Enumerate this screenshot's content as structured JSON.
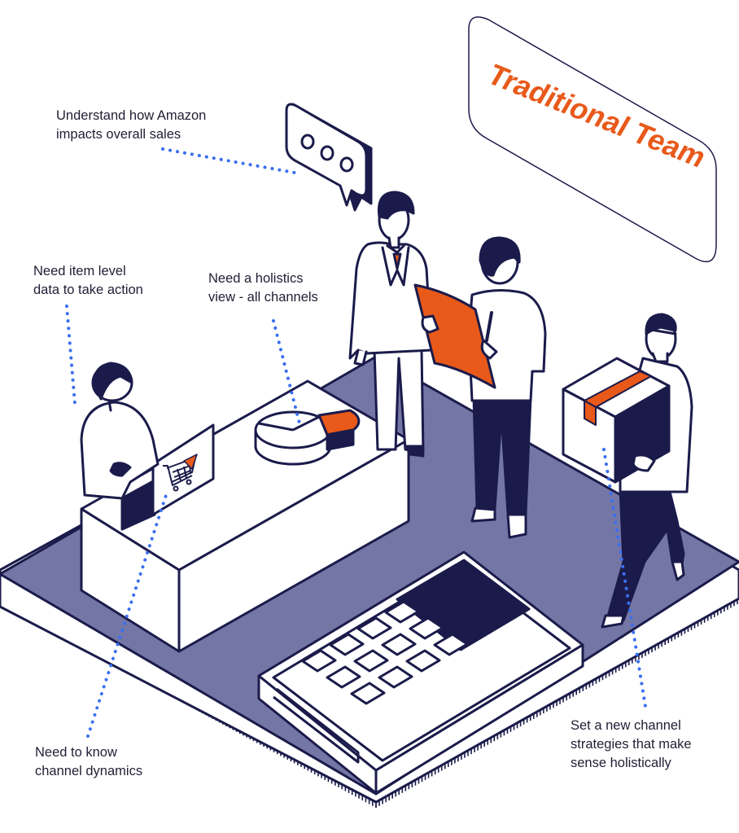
{
  "title": "Traditional Team",
  "callouts": {
    "amazon": "Understand how Amazon\nimpacts overall sales",
    "item_level": "Need item level\ndata to take action",
    "holistic": "Need a holistics\nview - all channels",
    "channel_dynamics": "Need to know\nchannel dynamics",
    "strategies": "Set a new channel\nstrategies that make\nsense holistically"
  },
  "colors": {
    "navy": "#1b1b4b",
    "orange": "#e8591a",
    "floor": "#7477a6",
    "dots": "#3a6ff0",
    "white": "#ffffff"
  }
}
